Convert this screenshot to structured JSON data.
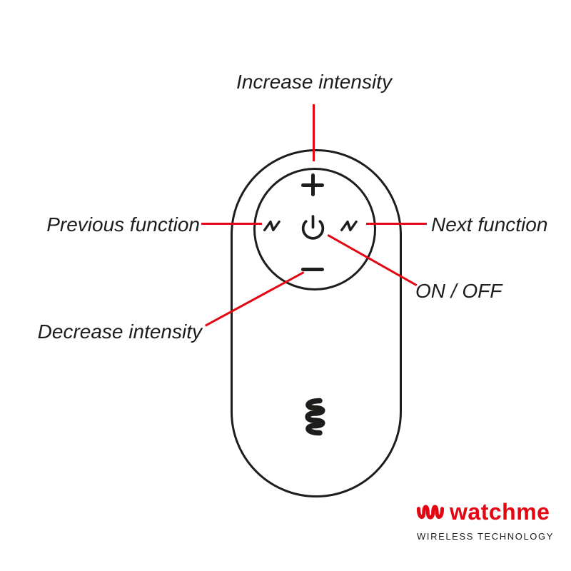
{
  "annotations": {
    "increase_intensity": "Increase intensity",
    "previous_function": "Previous function",
    "next_function": "Next function",
    "on_off": "ON / OFF",
    "decrease_intensity": "Decrease intensity"
  },
  "device": {
    "name": "wireless remote control",
    "buttons": {
      "increase": {
        "icon": "plus-icon"
      },
      "decrease": {
        "icon": "minus-icon"
      },
      "power": {
        "icon": "power-icon"
      },
      "previous": {
        "icon": "wave-left-icon"
      },
      "next": {
        "icon": "wave-right-icon"
      }
    },
    "body_logo_icon": "watchme-mark-icon"
  },
  "brand": {
    "logo_icon": "watchme-scribble-icon",
    "wordmark": "watchme",
    "tagline": "WIRELESS TECHNOLOGY"
  },
  "colors": {
    "accent": "#e30613",
    "ink": "#1d1d1b",
    "background": "#ffffff"
  }
}
